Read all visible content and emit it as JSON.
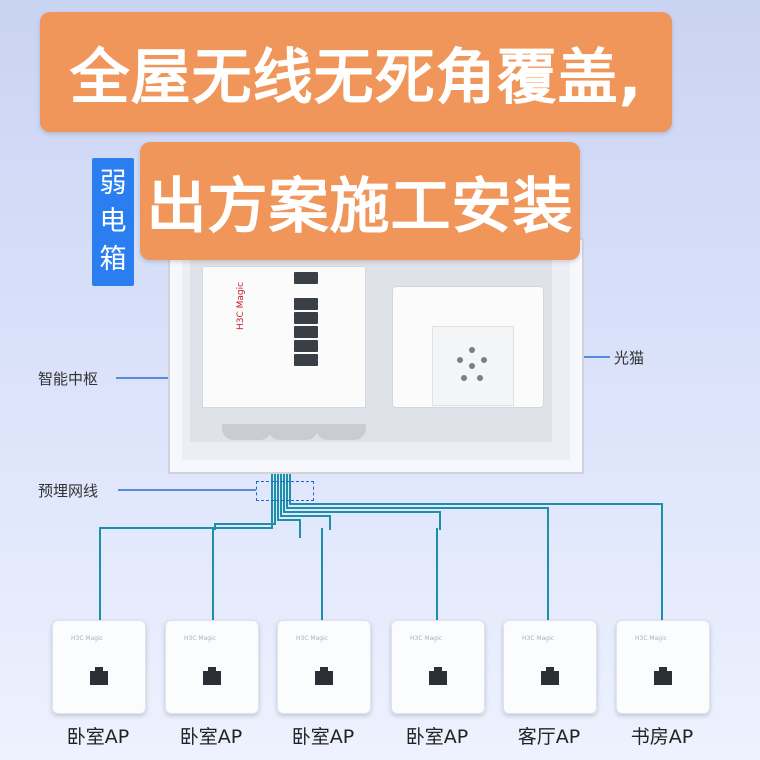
{
  "headline": {
    "line1": "全屋无线无死角覆盖,",
    "line2": "出方案施工安装"
  },
  "vertical_tag": [
    "弱",
    "电",
    "箱"
  ],
  "hub": {
    "brand": "H3C Magic"
  },
  "callouts": {
    "hub": "智能中枢",
    "cable": "预埋网线",
    "modem": "光猫"
  },
  "aps": [
    {
      "label": "卧室AP",
      "brand": "H3C Magic"
    },
    {
      "label": "卧室AP",
      "brand": "H3C Magic"
    },
    {
      "label": "卧室AP",
      "brand": "H3C Magic"
    },
    {
      "label": "卧室AP",
      "brand": "H3C Magic"
    },
    {
      "label": "客厅AP",
      "brand": "H3C Magic"
    },
    {
      "label": "书房AP",
      "brand": "H3C Magic"
    }
  ],
  "colors": {
    "banner": "#f0965a",
    "tag": "#2a7ef0",
    "cable": "#1e8fa8",
    "leader": "#2a6fd6"
  }
}
